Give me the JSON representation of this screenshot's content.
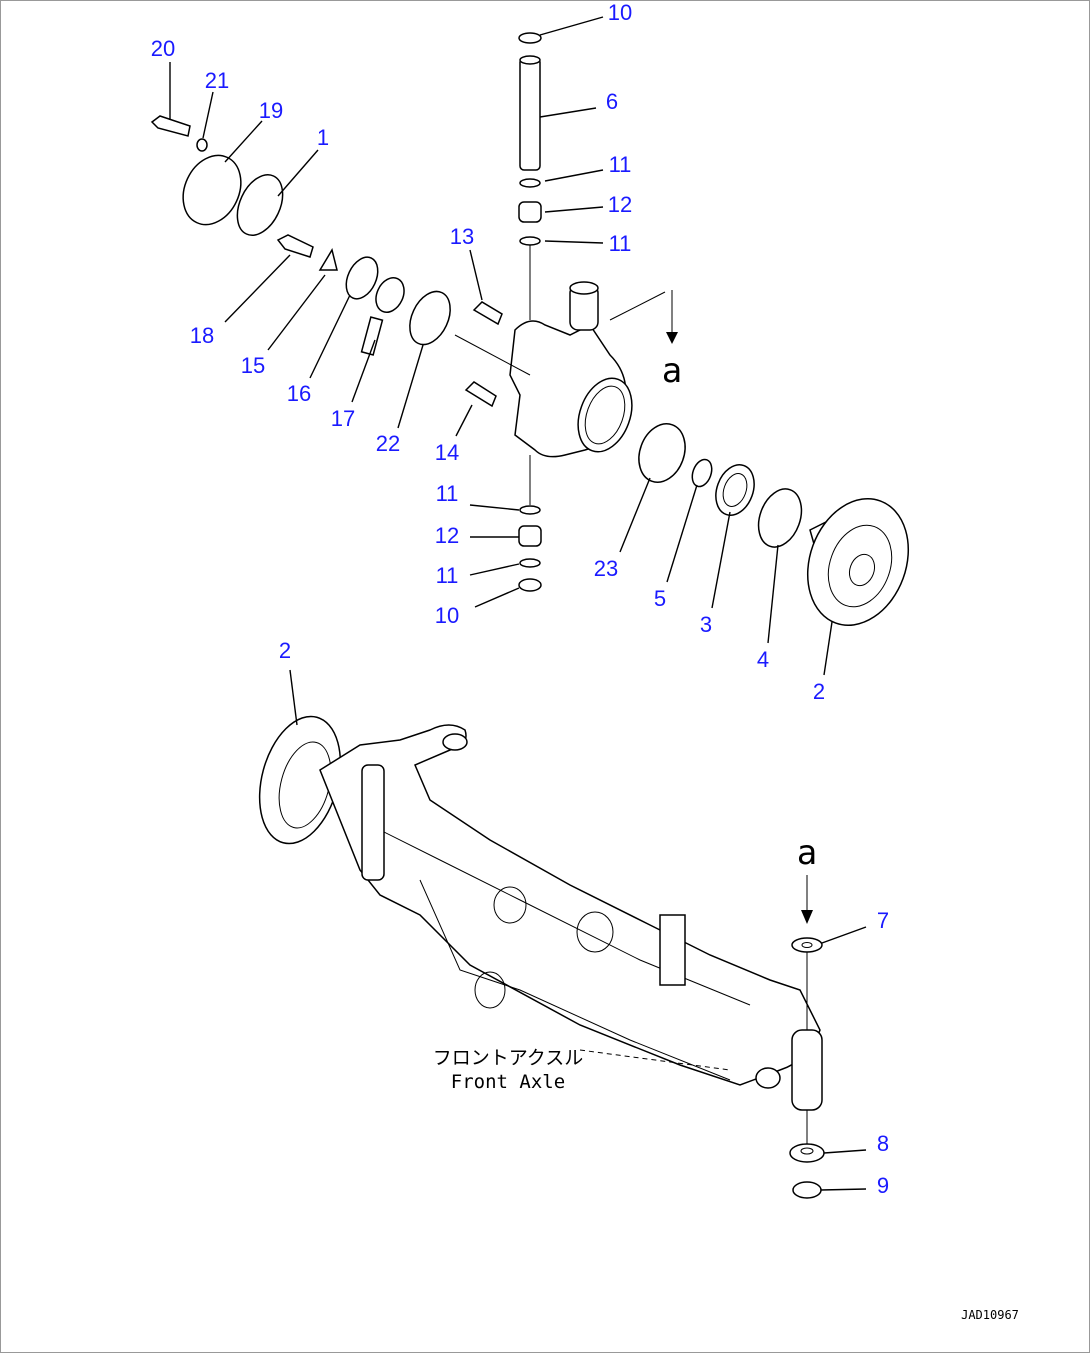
{
  "diagram": {
    "callouts": [
      "10",
      "6",
      "11",
      "12",
      "11",
      "20",
      "21",
      "19",
      "1",
      "13",
      "18",
      "15",
      "16",
      "17",
      "22",
      "14",
      "11",
      "12",
      "11",
      "10",
      "23",
      "5",
      "3",
      "4",
      "2",
      "2",
      "7",
      "8",
      "9"
    ],
    "view_marker": "a",
    "caption_jp": "フロントアクスル",
    "caption_en": "Front Axle",
    "drawing_code": "JAD10967",
    "callout_color": "#1a1aff"
  }
}
